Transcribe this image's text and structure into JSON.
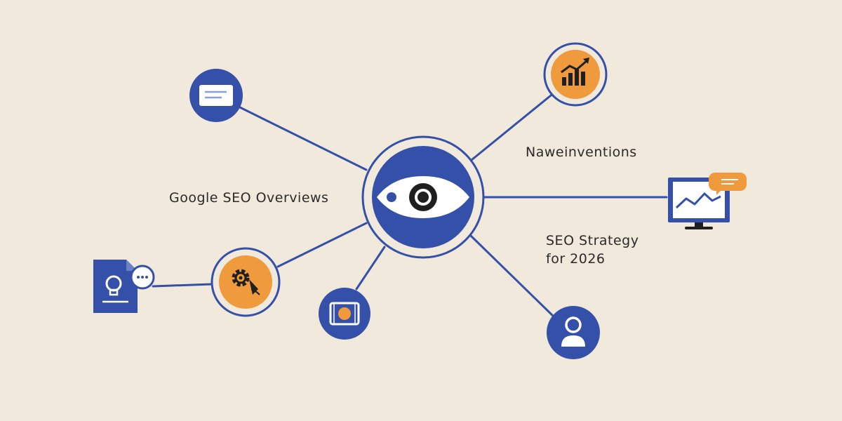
{
  "labels": {
    "google_seo_overviews": "Google  SEO Overviews",
    "naweinventions": "Naweinventions",
    "seo_strategy_line1": "SEO Strategy",
    "seo_strategy_line2": "for 2026"
  },
  "colors": {
    "background": "#f1eadc",
    "blue": "#3450a8",
    "orange": "#ef9a3c",
    "white": "#ffffff",
    "ink": "#1f1f1f"
  },
  "icons": {
    "center": "eye-icon",
    "top_left": "message-card-icon",
    "top_right": "growth-chart-icon",
    "right": "monitor-chart-icon",
    "bottom_right": "user-icon",
    "bottom_center": "media-frame-icon",
    "left": "gear-icon",
    "far_left": "document-lightbulb-icon"
  }
}
